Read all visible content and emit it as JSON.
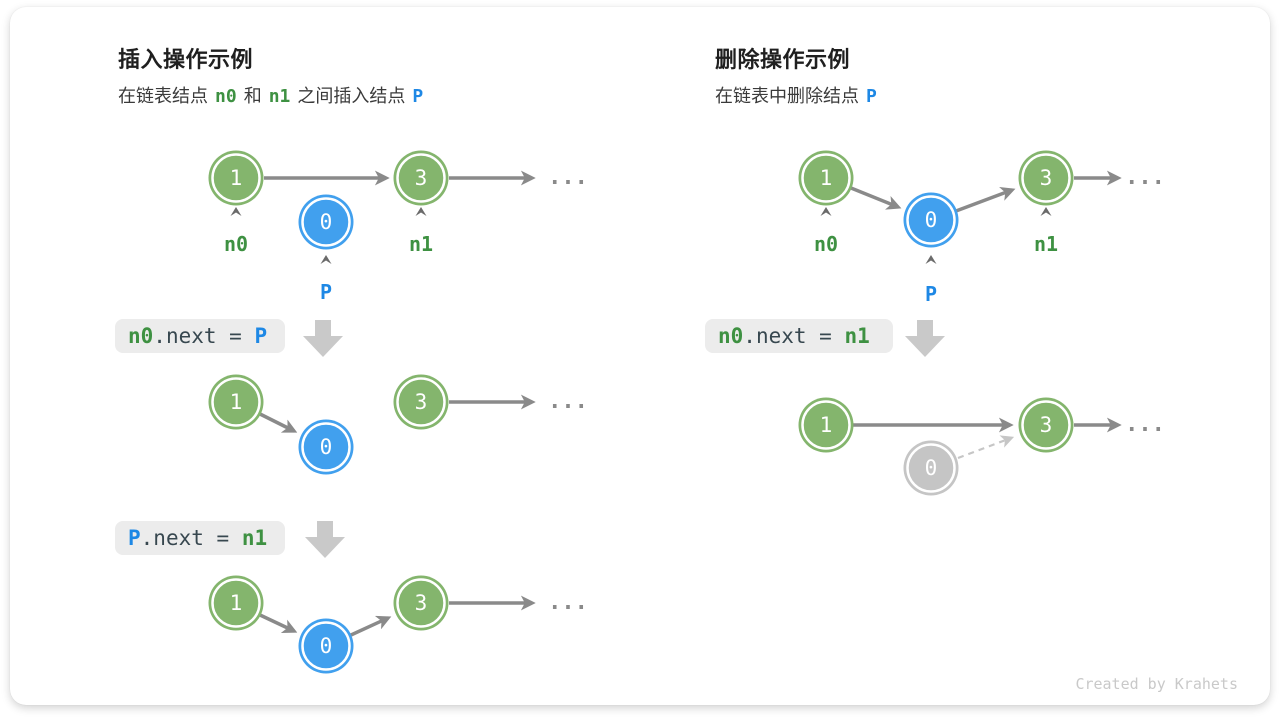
{
  "header": {
    "left": {
      "title": "插入操作示例",
      "subtitle_prefix": "在链表结点",
      "subtitle_n0": "n0",
      "subtitle_and": "和",
      "subtitle_n1": "n1",
      "subtitle_mid": "之间插入结点",
      "subtitle_p": "P"
    },
    "right": {
      "title": "删除操作示例",
      "subtitle_prefix": "在链表中删除结点",
      "subtitle_p": "P"
    }
  },
  "code": {
    "left1": {
      "head": "n0",
      "body": ".next = ",
      "tail": "P"
    },
    "left2": {
      "head": "P",
      "body": ".next = ",
      "tail": "n1"
    },
    "right1": {
      "head": "n0",
      "body": ".next = ",
      "tail": "n1"
    }
  },
  "nodes": {
    "v1": "1",
    "v3": "3",
    "v0": "0"
  },
  "labels": {
    "n0": "n0",
    "n1": "n1",
    "p": "P"
  },
  "misc": {
    "ellipsis": "...",
    "footer": "Created by Krahets"
  },
  "colors": {
    "node_green": "#84b56d",
    "node_blue": "#41a0ee",
    "node_gray": "#c5c5c5",
    "text_green": "#3e9142",
    "text_blue": "#1e88e5",
    "arrow_gray": "#8a8a8a",
    "block_arrow_gray": "#c9c9c9"
  }
}
